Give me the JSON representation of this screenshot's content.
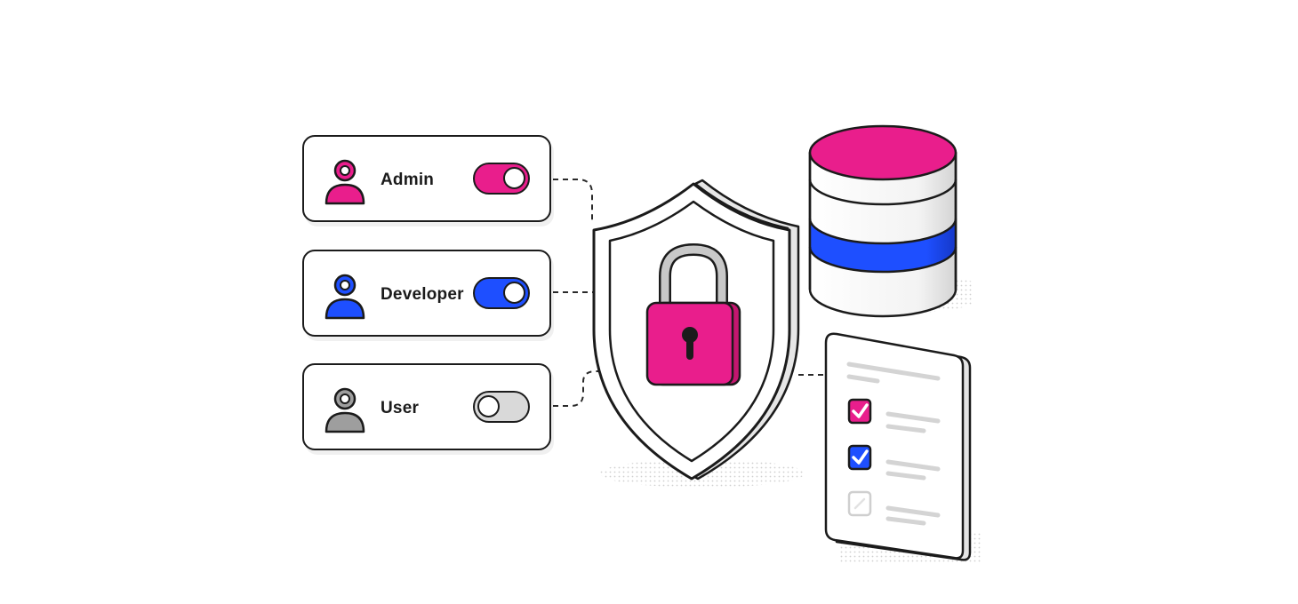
{
  "roles": [
    {
      "label": "Admin",
      "enabled": true,
      "color": "#e91e8c",
      "icon": "user-icon"
    },
    {
      "label": "Developer",
      "enabled": true,
      "color": "#1e4fff",
      "icon": "user-icon"
    },
    {
      "label": "User",
      "enabled": false,
      "color": "#9e9e9e",
      "icon": "user-icon"
    }
  ],
  "colors": {
    "primary_pink": "#e91e8c",
    "primary_blue": "#1e4fff",
    "neutral_gray": "#9e9e9e",
    "outline": "#1b1b1b"
  },
  "icons": {
    "shield": "shield-icon",
    "lock": "padlock-icon",
    "database": "database-icon",
    "checklist": "checklist-icon"
  },
  "checklist": {
    "items": [
      {
        "state": "checked",
        "color": "#e91e8c"
      },
      {
        "state": "checked",
        "color": "#1e4fff"
      },
      {
        "state": "unchecked",
        "color": "#bdbdbd"
      }
    ]
  }
}
